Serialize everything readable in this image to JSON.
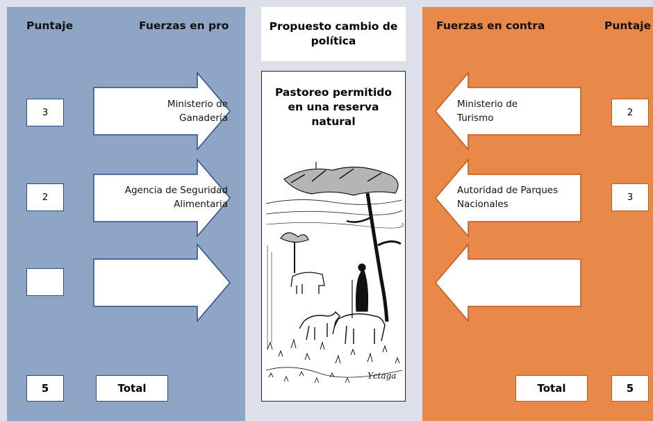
{
  "colors": {
    "left_panel": "#8ea5c6",
    "right_panel": "#e8894a",
    "left_border": "#2b4d86",
    "right_border": "#c4561a",
    "background": "#dde0ea"
  },
  "left": {
    "score_header": "Puntaje",
    "forces_header": "Fuerzas en pro",
    "rows": [
      {
        "score": "3",
        "label_line1": "Ministerio de",
        "label_line2": "Ganadería"
      },
      {
        "score": "2",
        "label_line1": "Agencia de Seguridad",
        "label_line2": "Alimentaria"
      },
      {
        "score": "",
        "label_line1": "",
        "label_line2": ""
      }
    ],
    "total_score": "5",
    "total_label": "Total"
  },
  "center": {
    "header": "Propuesto cambio de política",
    "title": "Pastoreo permitido en una reserva natural",
    "illustration_icon": "pastoral-grazing-illustration",
    "signature": "Yctaga"
  },
  "right": {
    "forces_header": "Fuerzas en contra",
    "score_header": "Puntaje",
    "rows": [
      {
        "score": "2",
        "label_line1": "Ministerio de",
        "label_line2": "Turismo"
      },
      {
        "score": "3",
        "label_line1": "Autoridad de Parques",
        "label_line2": "Nacionales"
      },
      {
        "score": "",
        "label_line1": "",
        "label_line2": ""
      }
    ],
    "total_score": "5",
    "total_label": "Total"
  }
}
